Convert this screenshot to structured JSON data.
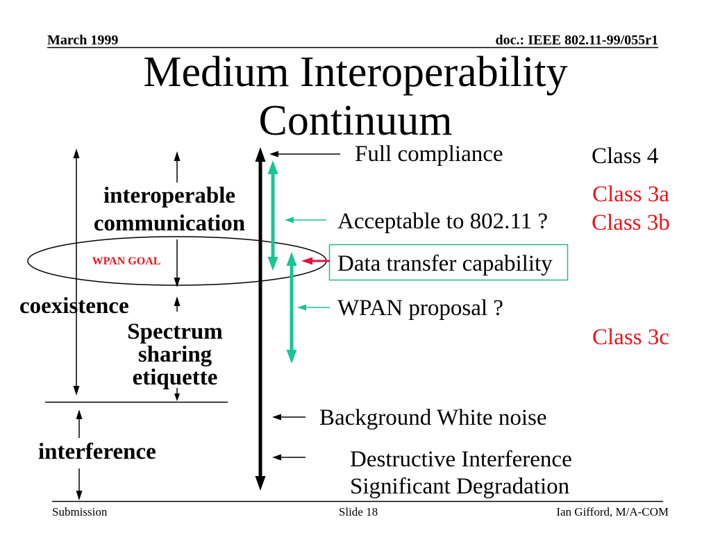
{
  "header": {
    "date": "March 1999",
    "doc_id": "doc.: IEEE 802.11-99/055r1"
  },
  "title": [
    "Medium Interoperability",
    "Continuum"
  ],
  "scale": {
    "interoperable": [
      "interoperable",
      "communication"
    ],
    "goal": "WPAN GOAL",
    "coexistence": "coexistence",
    "etiquette": [
      "Spectrum",
      "sharing",
      "etiquette"
    ],
    "interference": "interference"
  },
  "continuum": {
    "full_compliance": "Full compliance",
    "acceptable": "Acceptable to 802.11 ?",
    "data_transfer": "Data transfer capability",
    "wpan_proposal": "WPAN proposal ?",
    "background_noise": "Background White noise",
    "destructive": [
      "Destructive Interference",
      "Significant Degradation"
    ]
  },
  "classes": [
    {
      "label": "Class 4",
      "color": "#000000"
    },
    {
      "label": "Class 3a",
      "color": "#E8141B"
    },
    {
      "label": "Class 3b",
      "color": "#E8141B"
    },
    {
      "label": "Class 3c",
      "color": "#E8141B"
    }
  ],
  "colors": {
    "range_arrows": "#19C496",
    "box_border": "#1FB98E",
    "pointer_red": "#E3103F",
    "goal_label": "#E8141B"
  },
  "footer": {
    "left": "Submission",
    "center": "Slide 18",
    "right": "Ian Gifford, M/A-COM"
  }
}
